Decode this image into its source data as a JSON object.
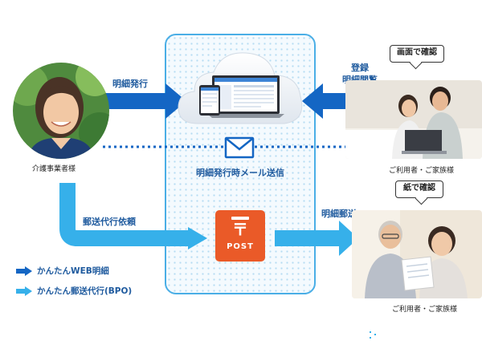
{
  "labels": {
    "issue": "明細発行",
    "register_line1": "登録",
    "register_line2": "明細閲覧",
    "mail": "明細発行時メール送信",
    "postal_request": "郵送代行依頼",
    "postal": "明細郵送",
    "provider": "介護事業者様",
    "user_top": "ご利用者・ご家族様",
    "user_bottom": "ご利用者・ご家族様",
    "bubble_screen": "画面で確認",
    "bubble_paper": "紙で確認",
    "post_text": "POST",
    "post_symbol": "〒"
  },
  "legend": [
    {
      "label": "かんたんWEB明細",
      "color": "#1466c4"
    },
    {
      "label": "かんたん郵送代行(BPO)",
      "color": "#36b0ea"
    }
  ],
  "colors": {
    "dark_arrow": "#1466c4",
    "light_arrow": "#36b0ea",
    "panel_border": "#4aaee6",
    "post_box": "#ea5a28"
  }
}
